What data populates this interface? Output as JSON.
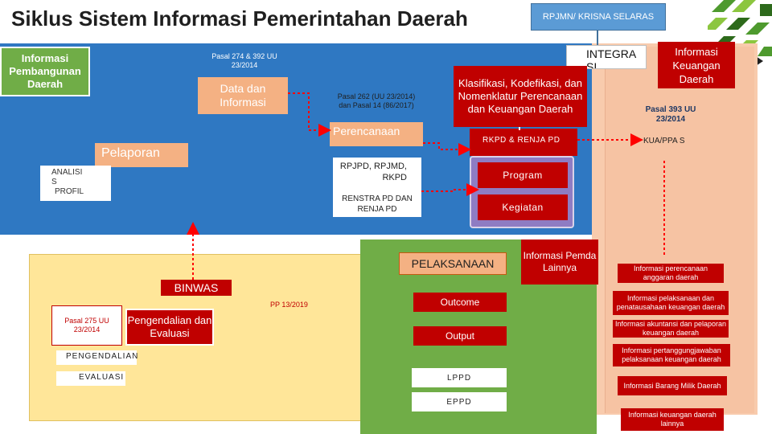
{
  "title": "Siklus Sistem Informasi Pemerintahan Daerah",
  "rpjmn_box": "RPJMN/ KRISNA SELARAS",
  "integrasi": "INTEGRA SI",
  "info_pembangunan": "Informasi Pembangunan Daerah",
  "info_keuangan": "Informasi Keuangan Daerah",
  "pasal_274": "Pasal 274 & 392 UU 23/2014",
  "data_informasi": "Data dan Informasi",
  "pasal_262": "Pasal 262 (UU 23/2014) dan Pasal 14 (86/2017)",
  "klasifikasi": "Klasifikasi, Kodefikasi, dan Nomenklatur Perencanaan dan Keuangan Daerah",
  "pasal_393": "Pasal 393 UU 23/2014",
  "perencanaan": "Perencanaan",
  "rkpd": "RKPD & RENJA PD",
  "kua_ppas": "KUA/PPA S",
  "pelaporan": "Pelaporan",
  "analisis_profil": [
    "ANALISI",
    "S",
    "PROFIL"
  ],
  "rpjpd_list": "RPJPD, RPJMD, RKPD",
  "renstra": "RENSTRA PD DAN RENJA PD",
  "program": "Program",
  "kegiatan": "Kegiatan",
  "pelaksanaan": "PELAKSANAAN",
  "info_pemda": "Informasi Pemda Lainnya",
  "binwas": "BINWAS",
  "pp_13": "PP 13/2019",
  "outcome": "Outcome",
  "output": "Output",
  "pasal_275": "Pasal 275 UU 23/2014",
  "pengendalian_evaluasi": "Pengendalian dan Evaluasi",
  "pengendalian": "PENGENDALIAN",
  "evaluasi": "EVALUASI",
  "lppd": "LPPD",
  "eppd": "EPPD",
  "keuangan_items": [
    "Informasi perencanaan anggaran daerah",
    "Informasi pelaksanaan dan penatausahaan keuangan daerah",
    "Informasi akuntansi dan pelaporan keuangan daerah",
    "Informasi pertanggungjawaban pelaksanaan keuangan daerah",
    "Informasi Barang Milik Daerah",
    "Informasi keuangan daerah lainnya"
  ],
  "colors": {
    "blue": "#2f78c2",
    "green": "#70ad47",
    "red": "#c00000",
    "peach": "#f8cbad",
    "yellow": "#ffe699",
    "orange": "#f4b183",
    "purple": "#8e7cc3",
    "dotted_red": "#ff0000"
  }
}
